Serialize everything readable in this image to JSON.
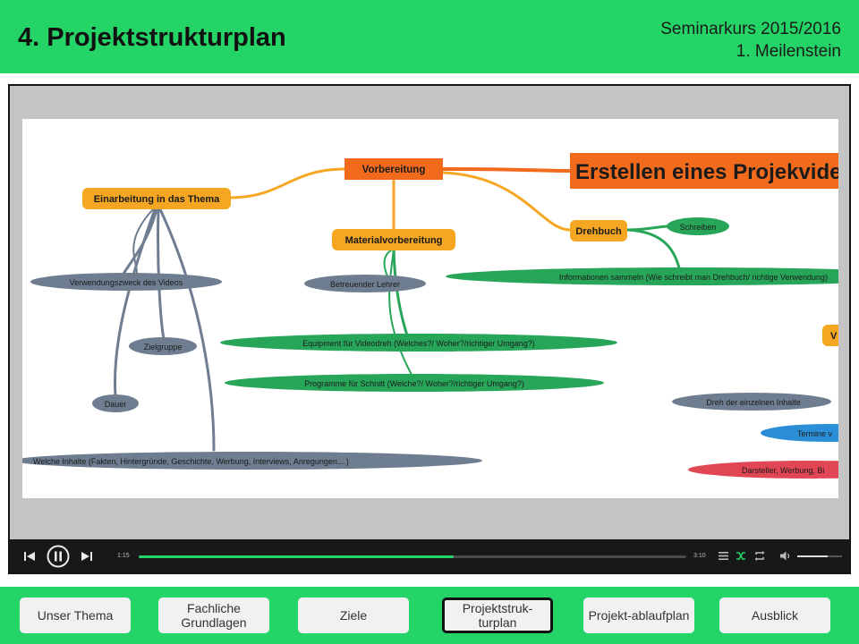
{
  "header": {
    "title": "4. Projektstrukturplan",
    "course": "Seminarkurs 2015/2016",
    "milestone": "1. Meilenstein"
  },
  "mindmap": {
    "main_topic": "Erstellen eines Projekvide",
    "nodes": {
      "vorbereitung": "Vorbereitung",
      "einarbeitung": "Einarbeitung in das Thema",
      "materialvorbereitung": "Materialvorbereitung",
      "drehbuch": "Drehbuch",
      "schreiben": "Schreiben",
      "informationen": "Informationen sammeln (Wie schreibt man Drehbuch/ richtige Verwendung)",
      "verwendungszweck": "Verwendungszweck des Videos",
      "betreuender": "Betreuender Lehrer",
      "zielgruppe": "Zielgruppe",
      "equipment": "Equipment für Videodreh (Welches?/ Woher?/richtiger Umgang?)",
      "programme": "Programme für Schnitt (Welche?/ Woher?/richtiger Umgang?)",
      "dauer": "Dauer",
      "inhalte": "Welche Inhalte (Fakten, Hintergründe, Geschichte, Werbung, Interviews, Anregungen....)",
      "v_partial": "V",
      "dreh": "Dreh der einzelnen Inhalte",
      "termine": "Termine v",
      "darsteller": "Darsteller, Werbung, Bi"
    }
  },
  "player": {
    "current_time": "1:15",
    "duration": "3:10",
    "progress": 0.575,
    "volume": 0.68
  },
  "nav": [
    {
      "label": "Unser Thema"
    },
    {
      "label": "Fachliche Grundlagen"
    },
    {
      "label": "Ziele"
    },
    {
      "label": "Projektstruk-turplan",
      "active": true
    },
    {
      "label": "Projekt-ablaufplan"
    },
    {
      "label": "Ausblick"
    }
  ],
  "colors": {
    "accent_green": "#24d466",
    "orange": "#f5a623",
    "deep_orange": "#f26b1d",
    "node_green": "#27a659",
    "node_gray": "#6e7d8f",
    "node_blue": "#2a8fd6",
    "node_red": "#e04653"
  }
}
